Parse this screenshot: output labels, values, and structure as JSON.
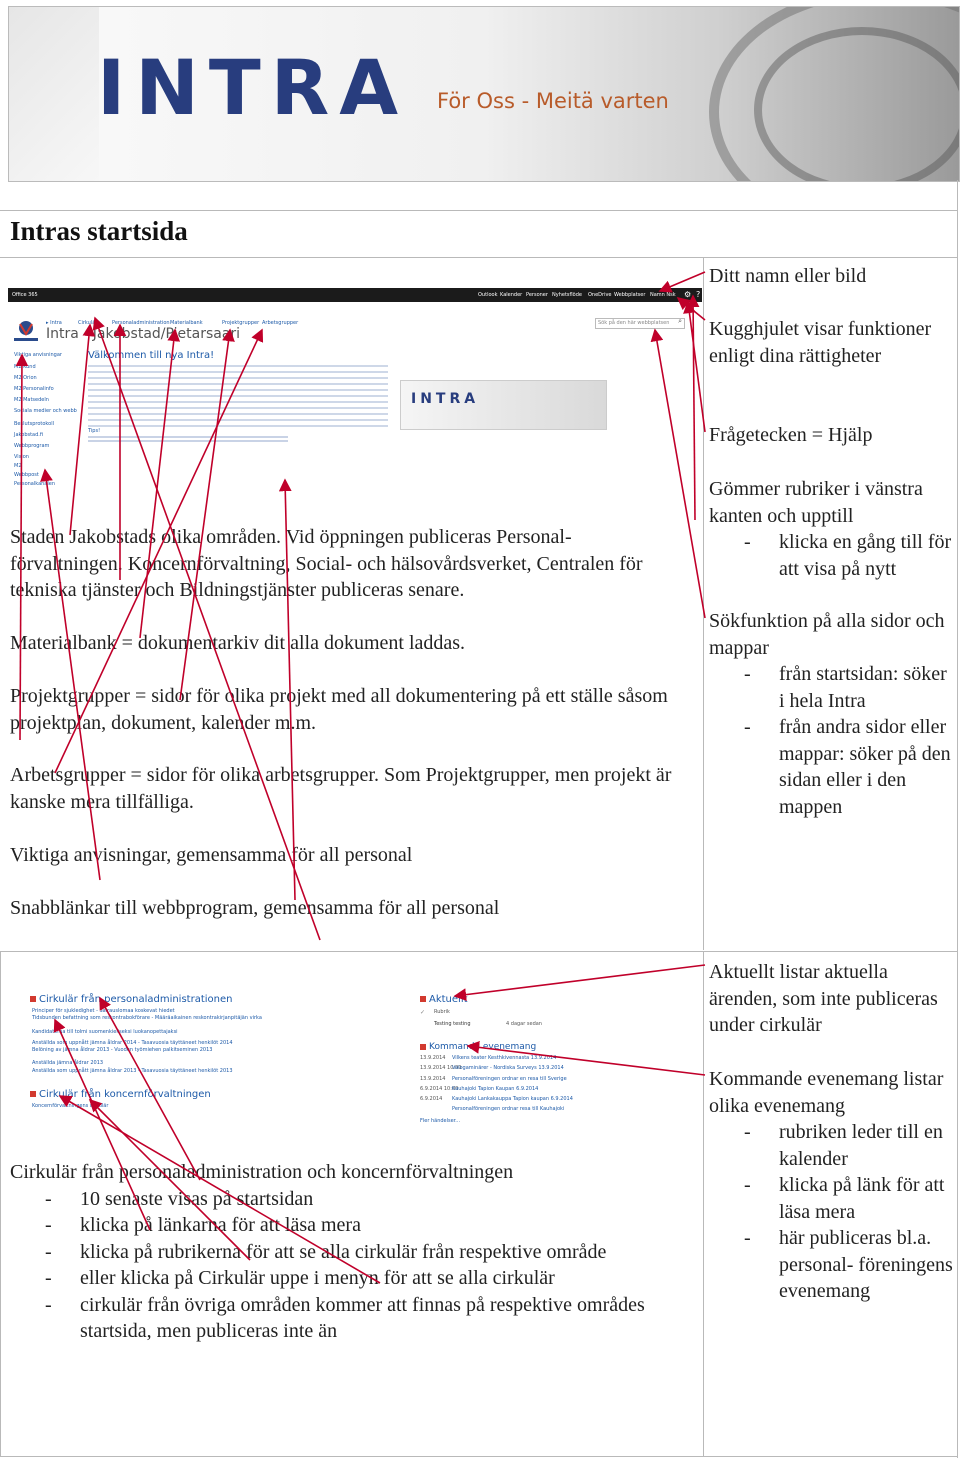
{
  "banner": {
    "logo": "INTRA",
    "tagline": "För Oss - Meitä varten"
  },
  "section1": {
    "title": "Intras startsida",
    "left_paragraphs": [
      "Staden Jakobstads olika områden. Vid öppningen publiceras Personal- förvaltningen. Koncernförvaltning, Social- och hälsovårdsverket, Centralen för tekniska tjänster och Bildningstjänster publiceras senare.",
      "Materialbank = dokumentarkiv dit alla dokument laddas.",
      "Projektgrupper = sidor för olika projekt med all dokumentering på ett ställe såsom projektplan, dokument, kalender m.m.",
      "Arbetsgrupper = sidor för olika arbetsgrupper. Som Projektgrupper, men projekt är kanske mera tillfälliga.",
      "Viktiga anvisningar, gemensamma för all personal",
      "Snabblänkar till webbprogram, gemensamma för all personal"
    ],
    "right_notes": {
      "name_or_picture": "Ditt namn eller bild",
      "gear": "Kugghjulet visar funktioner enligt dina rättigheter",
      "question": "Frågetecken = Hjälp",
      "hide_title": "Gömmer rubriker i vänstra kanten och upptill",
      "hide_bullets": [
        "klicka en gång till för att visa på nytt"
      ],
      "search_title": "Sökfunktion på alla sidor och mappar",
      "search_bullets": [
        "från startsidan: söker i hela Intra",
        "från andra sidor eller mappar: söker på den sidan eller i den mappen"
      ]
    },
    "screenshot": {
      "office_label": "Office 365",
      "top_links": [
        "Outlook",
        "Kalender",
        "Personer",
        "Nyhetsflöde",
        "OneDrive",
        "Webbplatser"
      ],
      "user": "Namn Nsk",
      "site_title": "Intra - Jakobstad/Pietarsaari",
      "nav": [
        "Cirkulär",
        "Personaladministration",
        "Materialbank",
        "Projektgrupper",
        "Arbetsgrupper"
      ],
      "search_placeholder": "Sök på den här webbplatsen",
      "left_nav": [
        "Viktiga anvisningar",
        "M2 Kund",
        "M2 Orion",
        "M2 Personalinfo",
        "M2 Matsedeln",
        "Sociala medier och webb",
        "Beslutsprotokoll",
        "Jakobstad.fi",
        "Webbprogram",
        "Vision",
        "M2",
        "Webbpost",
        "Personalkanalen"
      ],
      "welcome": "Välkommen till nya Intra!",
      "tile_text": "INTRA",
      "tips": "Tips!"
    }
  },
  "section2": {
    "left_title": "Cirkulär från personaladministration och koncernförvaltningen",
    "left_bullets": [
      "10 senaste visas på startsidan",
      "klicka på länkarna för att läsa mera",
      "klicka på rubrikerna för att se alla cirkulär från respektive område",
      "eller klicka på Cirkulär uppe i menyn för att se alla cirkulär",
      "cirkulär från övriga områden kommer att finnas på respektive områdes startsida, men publiceras inte än"
    ],
    "right_aktuellt": "Aktuellt listar aktuella ärenden, som inte publiceras under cirkulär",
    "right_events_title": "Kommande evenemang listar olika evenemang",
    "right_events_bullets": [
      "rubriken leder till en kalender",
      "klicka på länk för att läsa mera",
      "här publiceras bl.a. personal- föreningens evenemang"
    ],
    "screenshot": {
      "cirk_pers_title": "Cirkulär från personaladministrationen",
      "cirk_pers_rows": [
        "Principer för sjukledighet - Sairauslomaa koskevat hiedet",
        "Tidsbunden befattning som reskontrabokförare - Määräaikainen reskontrakirjanpitäjän virka",
        "Kandidaterna till tolmi suomenkieliseksi luokanopettajaksi",
        "Anställda som uppnått jämna åldrar 2014 - Tasavuosia täyttäneet henkilöt 2014",
        "Belöning av jämna åldrar 2013 - Vuoden työmiehen palkitseminen 2013",
        "Anställda jämna åldrar 2013",
        "Anställda som uppnått jämna åldrar 2013 - Tasavuosia täyttäneet henkilöt 2013"
      ],
      "cirk_kon_title": "Cirkulär från koncernförvaltningen",
      "cirk_kon_rows": [
        "Koncernförvaltningens cirkulär"
      ],
      "aktuellt_title": "Aktuellt",
      "aktuellt_col1": "Rubrik",
      "aktuellt_col2": "Testing testing",
      "aktuellt_age": "4 dagar sedan",
      "events_title": "Kommande evenemang",
      "events": [
        {
          "date": "13.9.2014",
          "text": "Vilkens teater Kesthkivennasta 13.9.2014"
        },
        {
          "date": "13.9.2014 10:00",
          "text": "Valogaminärer - Nordiska Surveys 13.9.2014"
        },
        {
          "date": "13.9.2014",
          "text": "Personalföreningen ordnar en resa till Sverige"
        },
        {
          "date": "6.9.2014 10:00",
          "text": "Kauhajoki Tapion Kaupan 6.9.2014"
        },
        {
          "date": "6.9.2014",
          "text": "Kauhajoki Lankakauppa Tapion kaupan 6.9.2014"
        },
        {
          "date": "",
          "text": "Personalföreningen ordnar resa till Kauhajoki"
        }
      ],
      "more_events": "Fler händelser..."
    }
  }
}
